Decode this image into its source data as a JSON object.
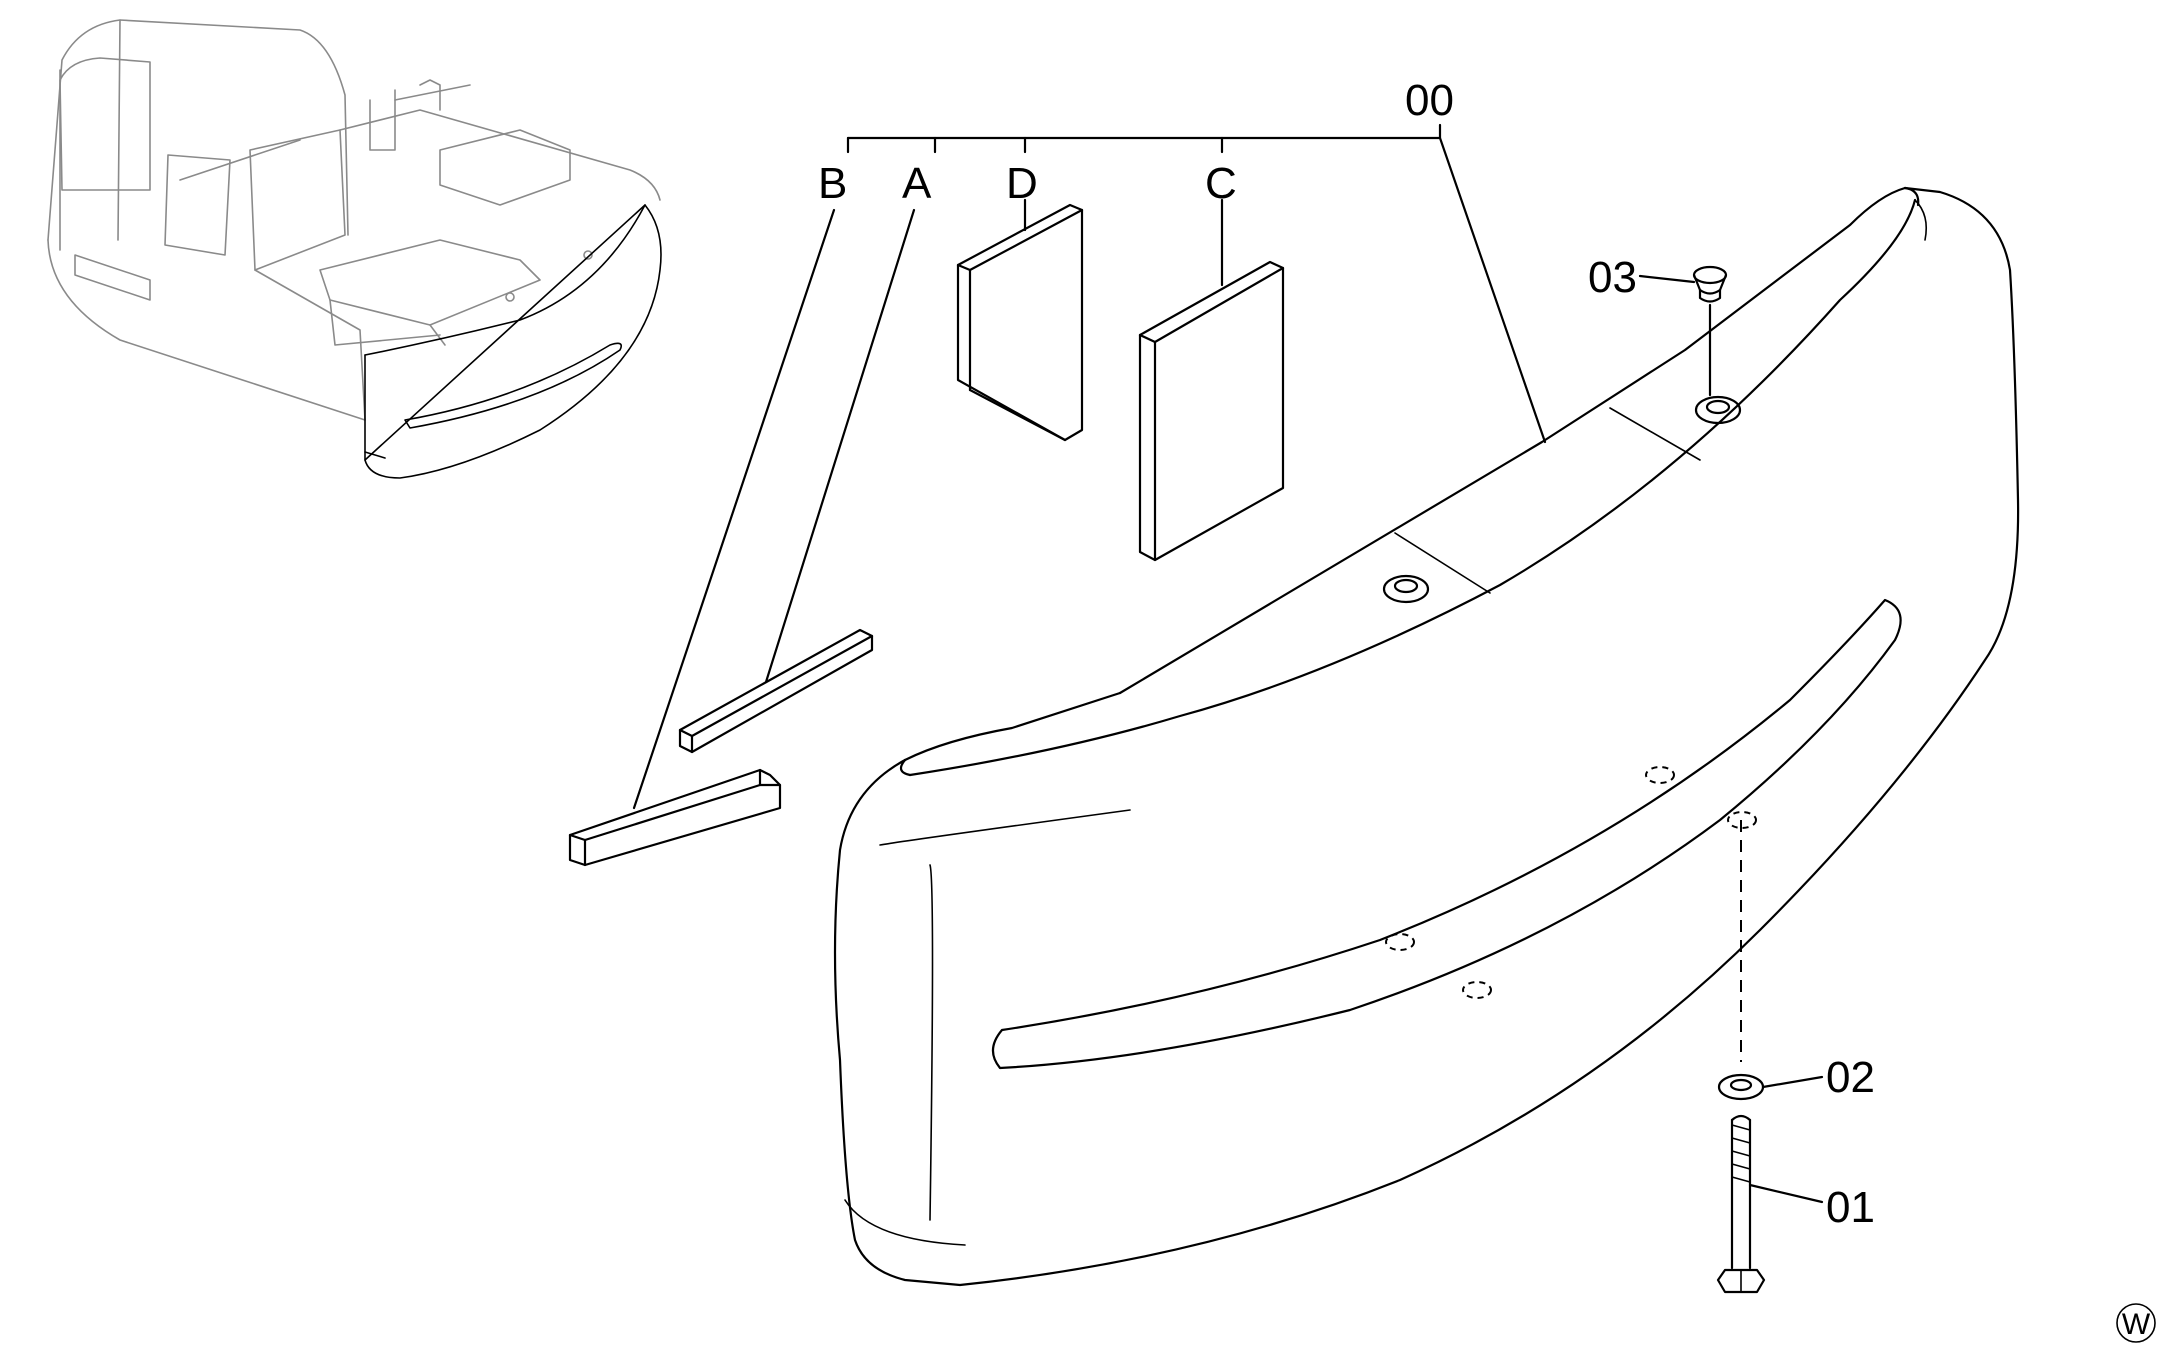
{
  "diagram": {
    "assembly_label": "00",
    "callouts": [
      {
        "id": "B",
        "text": "B"
      },
      {
        "id": "A",
        "text": "A"
      },
      {
        "id": "D",
        "text": "D"
      },
      {
        "id": "C",
        "text": "C"
      },
      {
        "id": "p03",
        "text": "03"
      },
      {
        "id": "p02",
        "text": "02"
      },
      {
        "id": "p01",
        "text": "01"
      }
    ],
    "corner_mark": "W",
    "colors": {
      "line": "#000000",
      "ghost": "#8a8a8a",
      "background": "#ffffff"
    }
  }
}
